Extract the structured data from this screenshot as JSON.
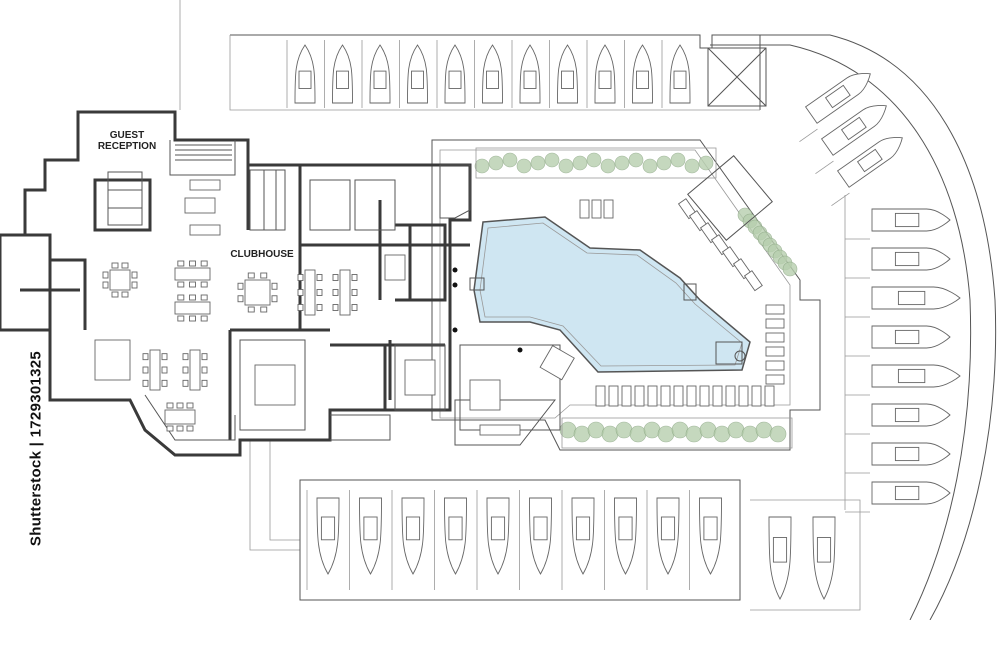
{
  "labels": {
    "guest_reception_line1": "GUEST",
    "guest_reception_line2": "RECEPTION",
    "clubhouse": "CLUBHOUSE"
  },
  "watermark": {
    "text": "Shutterstock | 1729301325"
  },
  "colors": {
    "pool_water": "#cfe6f2",
    "greenery": "#b7cfae",
    "walls": "#3a3a3a",
    "background": "#ffffff"
  },
  "marina": {
    "top_row_boats": 11,
    "right_column_boats": 8,
    "diagonal_boats": 3,
    "bottom_row_boats": 10,
    "bottom_right_boats": 2
  }
}
